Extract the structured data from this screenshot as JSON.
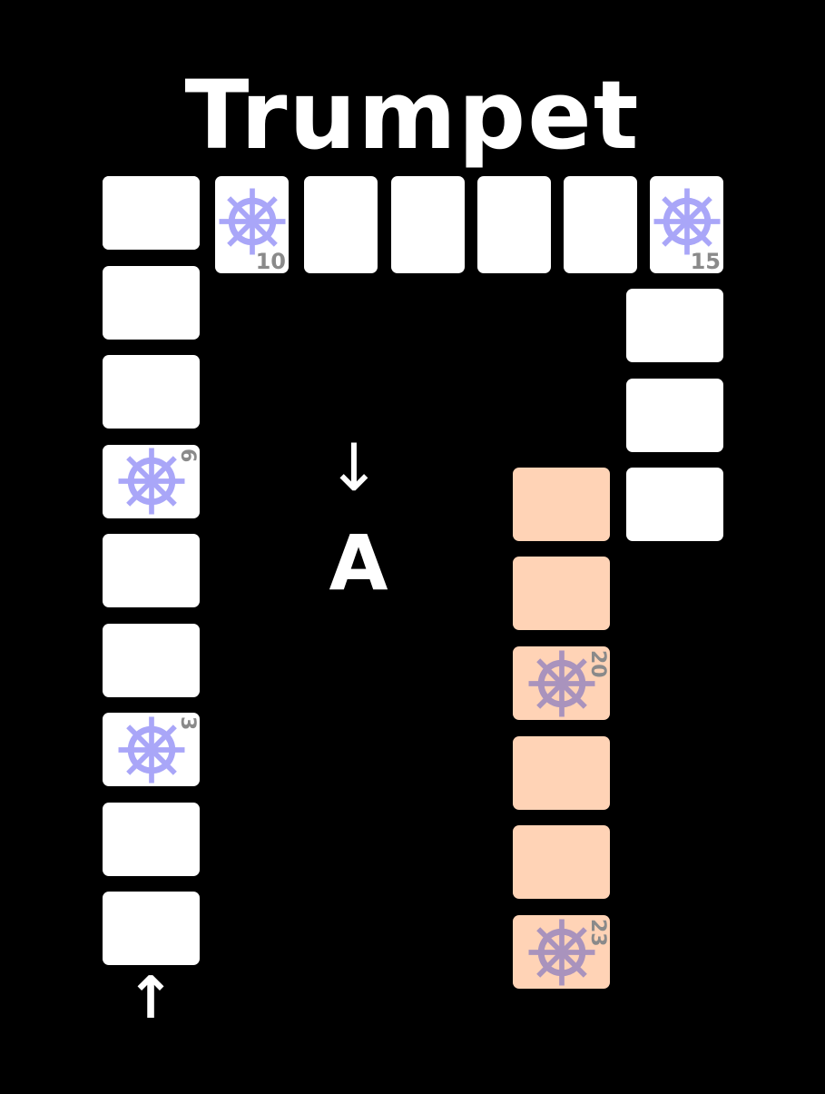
{
  "board": {
    "title": "Trumpet",
    "start_label": "A",
    "colors": {
      "background": "#000000",
      "cell": "#ffffff",
      "highlight_cell": "#ffd3b6",
      "wheel": "#a9a6f8",
      "wheel_on_highlight": "#a993bd",
      "number": "#8a8a8a"
    },
    "icons": {
      "wheel": "ship-wheel-icon",
      "down_arrow": "arrow-down-icon",
      "up_arrow": "arrow-up-icon"
    },
    "special_cells": [
      {
        "number": "3"
      },
      {
        "number": "6"
      },
      {
        "number": "10"
      },
      {
        "number": "15"
      },
      {
        "number": "20"
      },
      {
        "number": "23"
      }
    ],
    "markers": {
      "down_arrow": "↓",
      "up_arrow": "↑"
    }
  }
}
